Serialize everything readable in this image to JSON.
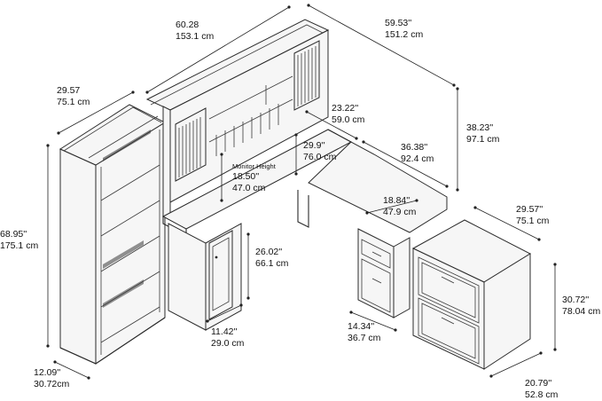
{
  "dimensions": [
    {
      "id": "hutch-width",
      "imperial": "60.28",
      "metric": "153.1 cm"
    },
    {
      "id": "total-depth",
      "imperial": "59.53''",
      "metric": "151.2 cm"
    },
    {
      "id": "bookcase-width",
      "imperial": "29.57",
      "metric": "75.1 cm"
    },
    {
      "id": "hutch-height",
      "imperial": "38.23''",
      "metric": "97.1 cm"
    },
    {
      "id": "hutch-shelf-height",
      "imperial": "23.22''",
      "metric": "59.0 cm"
    },
    {
      "id": "return-depth",
      "imperial": "29.9''",
      "metric": "76.0 cm"
    },
    {
      "id": "return-length",
      "imperial": "36.38''",
      "metric": "92.4 cm"
    },
    {
      "id": "monitor-height",
      "title": "Monitor Height",
      "imperial": "18.50''",
      "metric": "47.0 cm"
    },
    {
      "id": "bookcase-height",
      "imperial": "68.95''",
      "metric": "175.1 cm"
    },
    {
      "id": "return-width",
      "imperial": "18.84''",
      "metric": "47.9 cm"
    },
    {
      "id": "cabinet-width",
      "imperial": "29.57''",
      "metric": "75.1 cm"
    },
    {
      "id": "desk-height",
      "imperial": "26.02''",
      "metric": "66.1 cm"
    },
    {
      "id": "cabinet-height",
      "imperial": "30.72''",
      "metric": "78.04 cm"
    },
    {
      "id": "pedestal-width",
      "imperial": "11.42''",
      "metric": "29.0 cm"
    },
    {
      "id": "drawer-width",
      "imperial": "14.34''",
      "metric": "36.7 cm"
    },
    {
      "id": "bookcase-depth",
      "imperial": "12.09''",
      "metric": "30.72cm"
    },
    {
      "id": "cabinet-depth",
      "imperial": "20.79''",
      "metric": "52.8 cm"
    }
  ]
}
